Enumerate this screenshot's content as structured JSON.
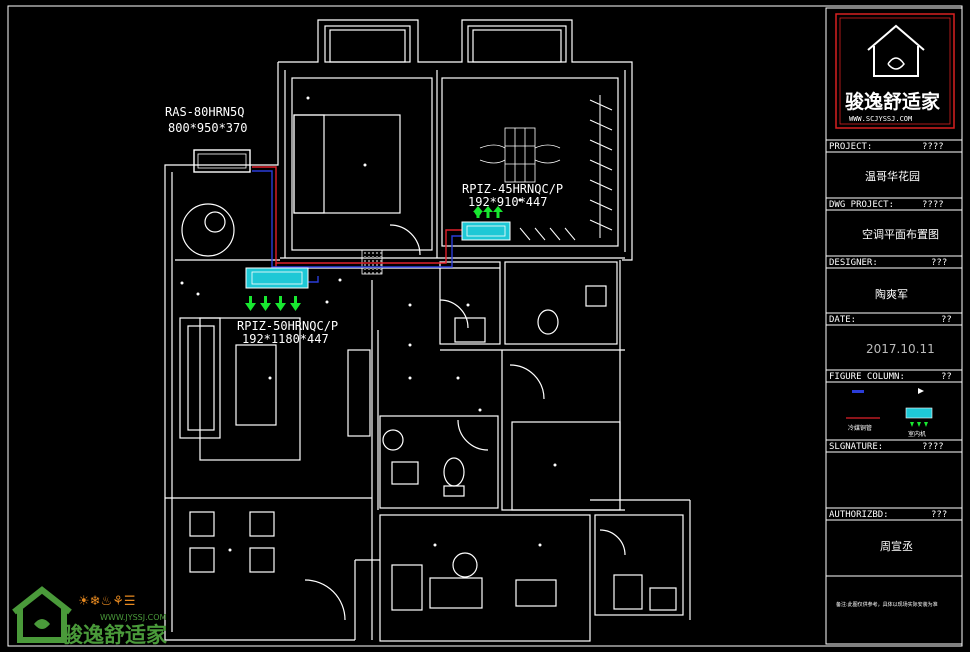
{
  "equipment": {
    "outdoor": {
      "model": "RAS-80HRN5Q",
      "size": "800*950*370"
    },
    "indoor_1": {
      "model": "RPIZ-45HRNQC/P",
      "size": "192*910*447"
    },
    "indoor_2": {
      "model": "RPIZ-50HRNQC/P",
      "size": "192*1180*447"
    }
  },
  "title_block": {
    "logo_text": "骏逸舒适家",
    "logo_url": "WWW.SCJYSSJ.COM",
    "project_label": "PROJECT:",
    "project_marks": "????",
    "project_value": "温哥华花园",
    "dwg_label": "DWG PROJECT:",
    "dwg_marks": "????",
    "dwg_value": "空调平面布置图",
    "designer_label": "DESIGNER:",
    "designer_marks": "???",
    "designer_value": "陶爽军",
    "date_label": "DATE:",
    "date_marks": "??",
    "date_value": "2017.10.11",
    "figure_label": "FIGURE COLUMN:",
    "figure_marks": "??",
    "legend_pipe": "冷媒铜管",
    "legend_unit": "室内机",
    "signature_label": "SLGNATURE:",
    "signature_marks": "????",
    "authorized_label": "AUTHORIZBD:",
    "authorized_marks": "???",
    "authorized_value": "周宣丞",
    "note": "备注:此图仅供参考，具体以现场实际安装为准"
  },
  "watermark": {
    "text": "骏逸舒适家",
    "url": "WWW.JYSSJ.COM"
  },
  "colors": {
    "background": "#000000",
    "wall": "#ffffff",
    "unit_fill": "#1ec8d6",
    "refrigerant_red": "#e0202a",
    "refrigerant_blue": "#2a3cd8",
    "airflow": "#18e830",
    "logo_border": "#d82020",
    "watermark_green": "#4a9a3a"
  }
}
